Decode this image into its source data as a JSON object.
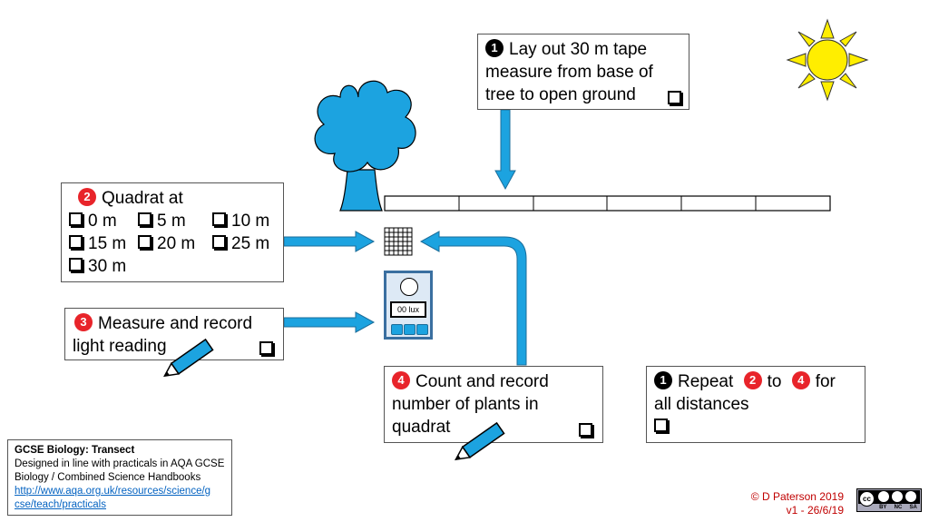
{
  "step1": {
    "num": "1",
    "lines": [
      "Lay out 30 m tape",
      "measure from base of",
      "tree to open ground"
    ]
  },
  "step2": {
    "num": "2",
    "heading": "Quadrat at",
    "distances": [
      "0 m",
      "5 m",
      "10 m",
      "15 m",
      "20 m",
      "25 m",
      "30 m"
    ]
  },
  "step3": {
    "num": "3",
    "lines": [
      "Measure and record",
      "light reading"
    ]
  },
  "step4": {
    "num": "4",
    "lines": [
      "Count and record",
      "number of plants in",
      "quadrat"
    ]
  },
  "repeat": {
    "num_a": "1",
    "word1": "Repeat",
    "num_b": "2",
    "word2": "to",
    "num_c": "4",
    "word3": "for",
    "line2": "all distances"
  },
  "meter": {
    "display": "00 lux"
  },
  "info": {
    "title": "GCSE Biology: Transect",
    "line1": "Designed in line with practicals in AQA GCSE",
    "line2": "Biology / Combined Science Handbooks",
    "link1": "http://www.aqa.org.uk/resources/science/g",
    "link2": "cse/teach/practicals"
  },
  "credit": {
    "line1": "© D Paterson 2019",
    "line2": "v1 -  26/6/19"
  },
  "license": {
    "segments": [
      "cc",
      "BY",
      "NC",
      "SA"
    ]
  },
  "colors": {
    "accent_blue": "#1ca3e0",
    "step_red": "#e8242a",
    "sun_yellow": "#ffee00",
    "credit_red": "#c00000",
    "meter_frame": "#3a6fa0"
  }
}
